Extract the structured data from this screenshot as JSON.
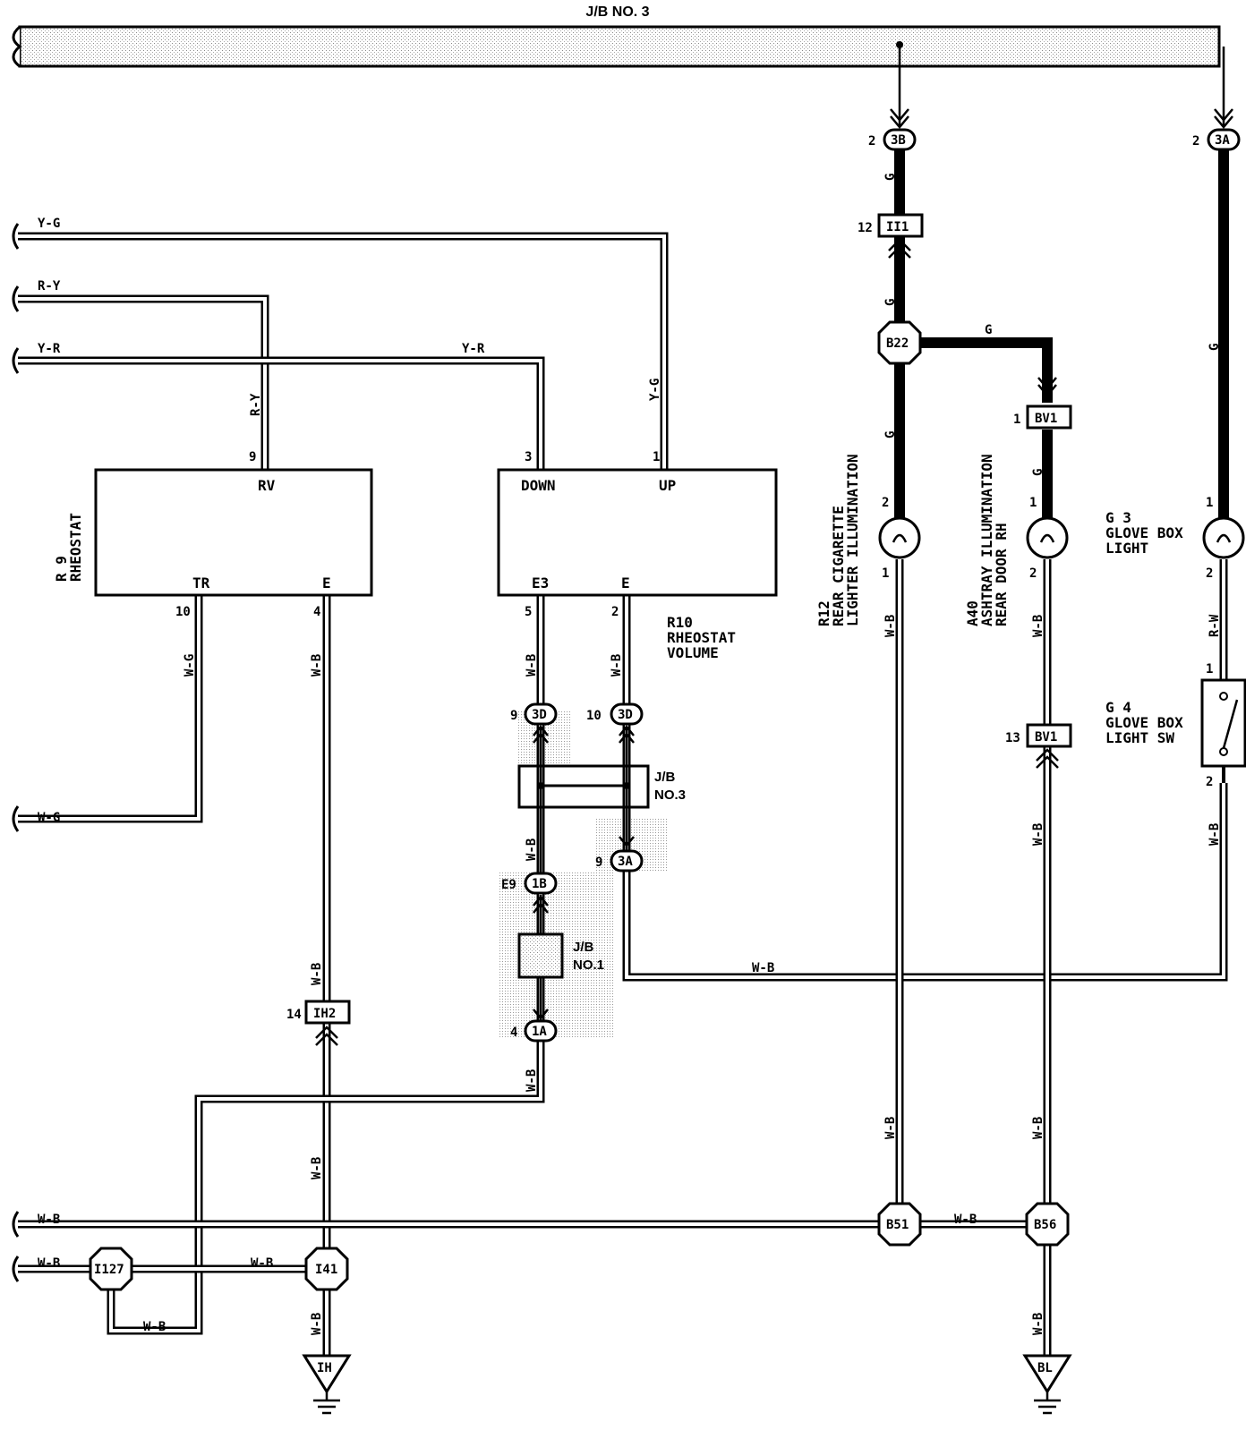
{
  "jb3_bus": {
    "title": "J/B NO. 3"
  },
  "left_wires": {
    "y_g": "Y-G",
    "r_y": "R-Y",
    "y_r": "Y-R",
    "w_g": "W-G",
    "w_b1": "W-B",
    "w_b2": "W-B"
  },
  "r9": {
    "name": "R 9",
    "desc": "RHEOSTAT",
    "pins": {
      "rv": "RV",
      "tr": "TR",
      "e": "E"
    },
    "pin_nums": {
      "rv": "9",
      "tr": "10",
      "e": "4"
    },
    "wires": {
      "rv": "R-Y",
      "tr": "W-G",
      "e": "W-B"
    }
  },
  "r10": {
    "name": "R10",
    "desc1": "RHEOSTAT",
    "desc2": "VOLUME",
    "pins": {
      "down": "DOWN",
      "up": "UP",
      "e3": "E3",
      "e": "E"
    },
    "pin_nums": {
      "down": "3",
      "up": "1",
      "e3": "5",
      "e": "2"
    },
    "wires": {
      "down": "Y-R",
      "up": "Y-G",
      "e3": "W-B",
      "e": "W-B"
    }
  },
  "connectors": {
    "c3d_a": {
      "pin": "9",
      "id": "3D"
    },
    "c3d_b": {
      "pin": "10",
      "id": "3D"
    },
    "c3a_mid": {
      "pin": "9",
      "id": "3A"
    },
    "c1b": {
      "pin": "E9",
      "id": "1B"
    },
    "c1a": {
      "pin": "4",
      "id": "1A"
    },
    "c3b_top": {
      "pin": "2",
      "id": "3B"
    },
    "c3a_top": {
      "pin": "2",
      "id": "3A"
    },
    "ii1": {
      "pin": "12",
      "id": "II1"
    },
    "bv1_top": {
      "pin": "1",
      "id": "BV1"
    },
    "bv1_bot": {
      "pin": "13",
      "id": "BV1"
    },
    "ih2": {
      "pin": "14",
      "id": "IH2"
    }
  },
  "jb_boxes": {
    "jb3_l1": "J/B",
    "jb3_l2": "NO.3",
    "jb1_l1": "J/B",
    "jb1_l2": "NO.1"
  },
  "splices": {
    "b22": "B22",
    "b51": "B51",
    "b56": "B56",
    "i41": "I41",
    "i127": "I127"
  },
  "grounds": {
    "ih": "IH",
    "bl": "BL"
  },
  "r12": {
    "name": "R12",
    "desc1": "REAR CIGARETTE",
    "desc2": "LIGHTER ILLUMINATION",
    "pin_top": "2",
    "pin_bot": "1"
  },
  "a40": {
    "name": "A40",
    "desc1": "ASHTRAY ILLUMINATION",
    "desc2": "REAR DOOR RH",
    "pin_top": "1",
    "pin_bot": "2"
  },
  "g3": {
    "name": "G 3",
    "desc1": "GLOVE BOX",
    "desc2": "LIGHT",
    "pin_top": "1",
    "pin_bot": "2"
  },
  "g4": {
    "name": "G 4",
    "desc1": "GLOVE BOX",
    "desc2": "LIGHT SW",
    "pin_top": "1",
    "pin_bot": "2"
  },
  "wire_colors": {
    "g": "G",
    "w_b": "W-B",
    "r_w": "R-W"
  }
}
